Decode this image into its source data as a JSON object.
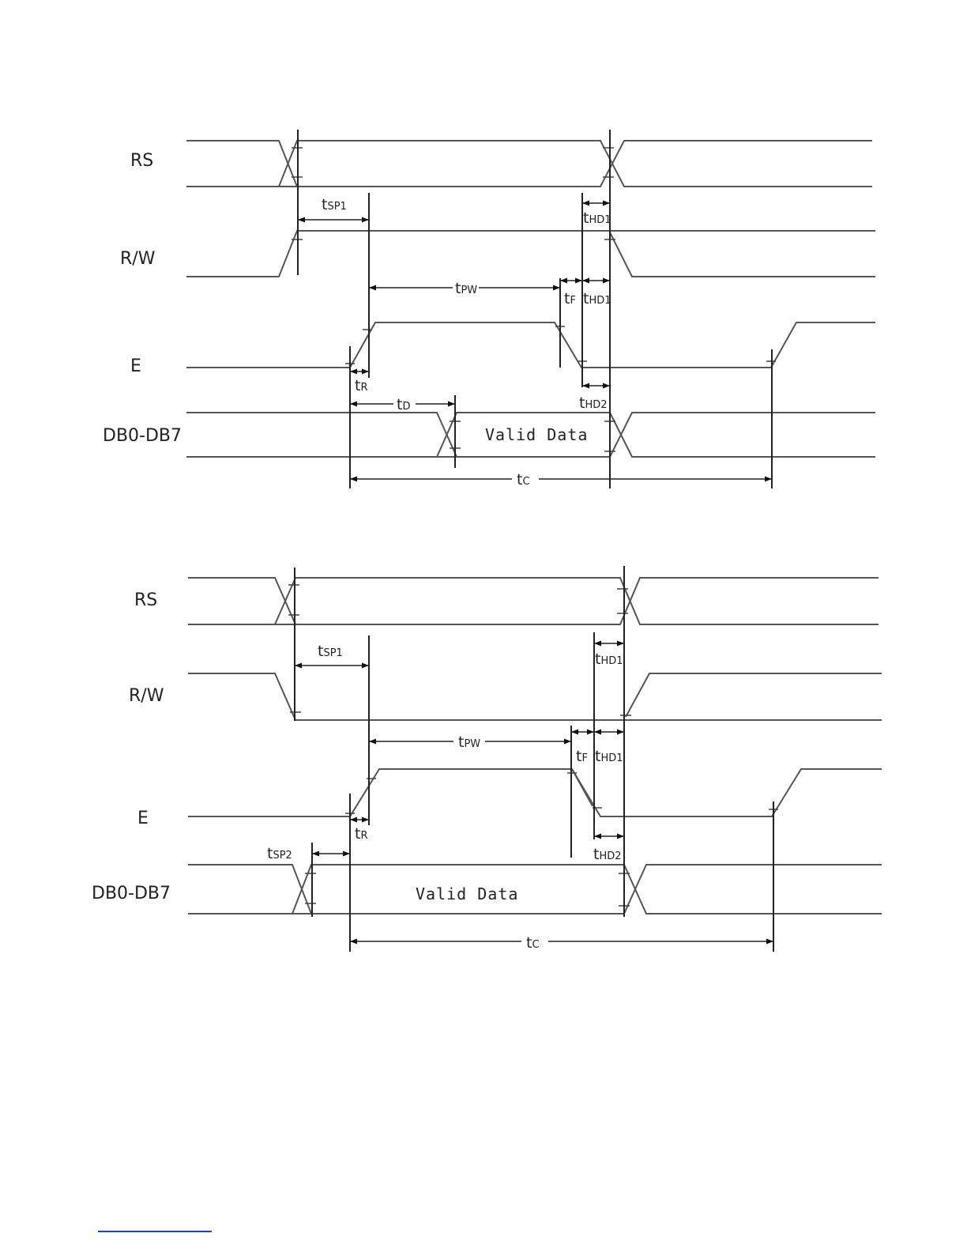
{
  "signals": {
    "rs": "RS",
    "rw": "R/W",
    "e": "E",
    "db": "DB0-DB7"
  },
  "bus_label": "Valid Data",
  "timing": {
    "tsp1": {
      "main": "t",
      "sub": "SP1"
    },
    "tsp2": {
      "main": "t",
      "sub": "SP2"
    },
    "thd1": {
      "main": "t",
      "sub": "HD1"
    },
    "thd2": {
      "main": "t",
      "sub": "HD2"
    },
    "tpw": {
      "main": "t",
      "sub": "PW"
    },
    "tf": {
      "main": "t",
      "sub": "F"
    },
    "tr": {
      "main": "t",
      "sub": "R"
    },
    "td": {
      "main": "t",
      "sub": "D"
    },
    "tc": {
      "main": "t",
      "sub": "C"
    }
  }
}
